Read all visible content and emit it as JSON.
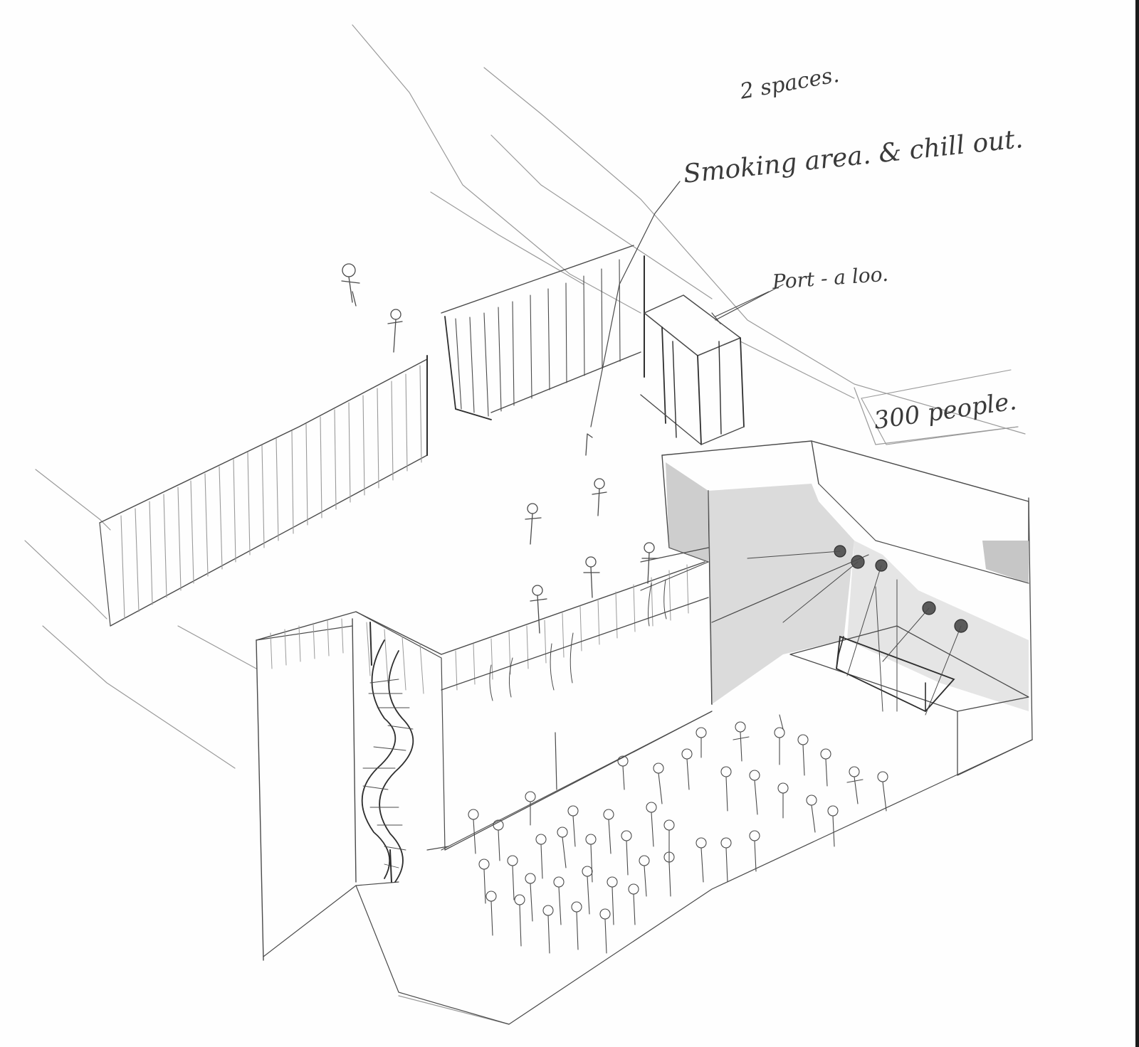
{
  "sketch": {
    "type": "architectural axonometric pencil sketch",
    "medium": "pencil on paper (scanned)",
    "paper_color": "#fefefe",
    "pencil_color": "#4a4a4a",
    "scan_edge_color": "#1a1a1a"
  },
  "annotations": {
    "spaces": "2 spaces.",
    "smoking_area": "Smoking area. & chill out.",
    "porta_loo": "Port - a loo.",
    "capacity": "300 people."
  },
  "elements": {
    "outdoor_area": "smoking area & chill out (open yard with hatched fence walls)",
    "porta_loo": "porta-loo box at rear of yard",
    "main_hall": "main venue space",
    "stage": "stage with spotlights and raised platform",
    "spiral_staircase": "spiral staircase on left wall",
    "crowd": "stick-figure crowd on dance floor",
    "figures_in_yard": 7
  }
}
